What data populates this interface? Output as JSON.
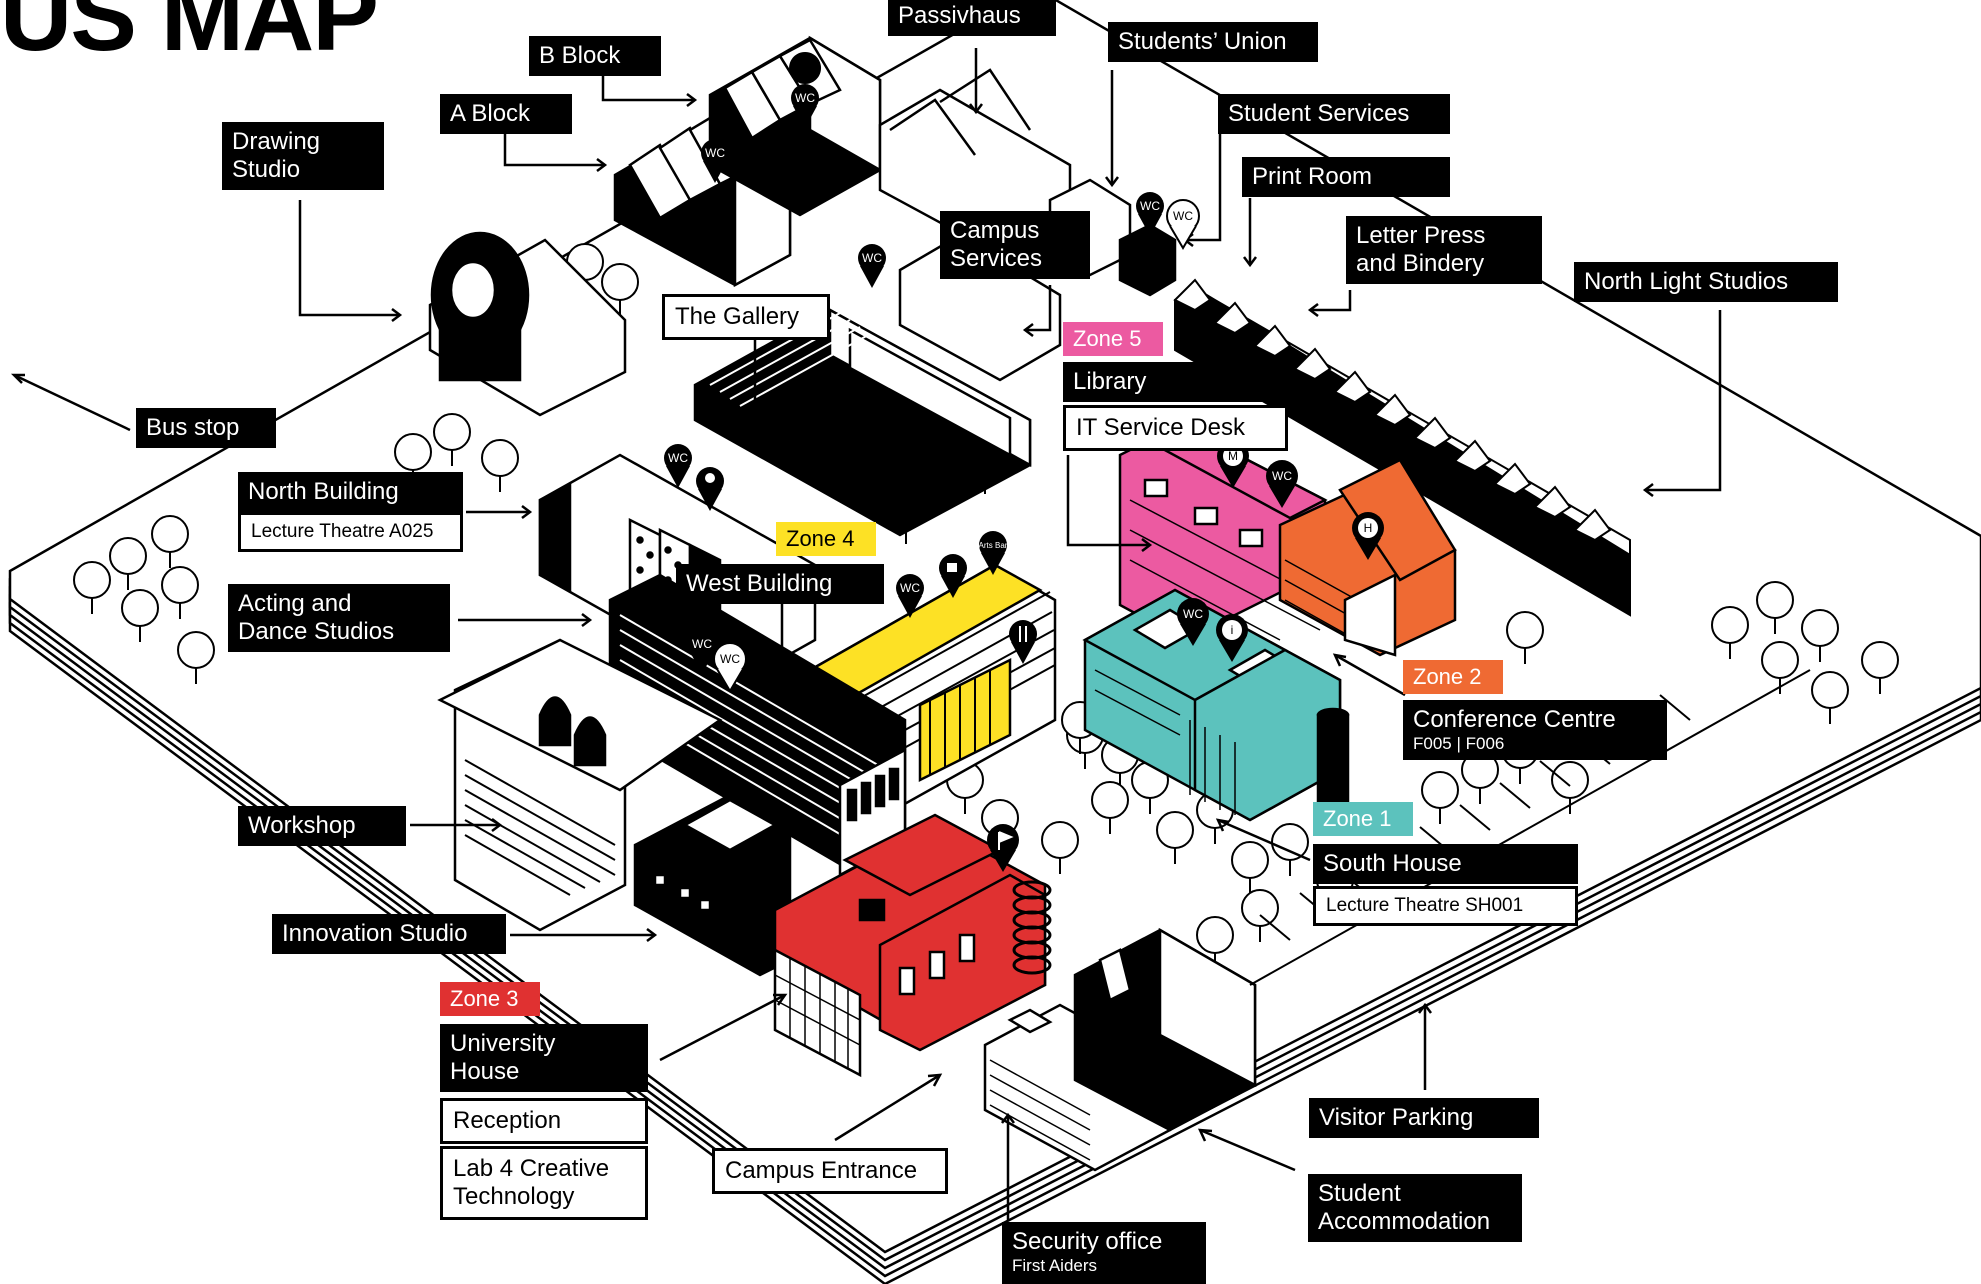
{
  "map": {
    "title": "US MAP",
    "colors": {
      "zone1": "#5cc2bd",
      "zone2": "#ef6a33",
      "zone3": "#e03131",
      "zone4": "#fde125",
      "zone5": "#ec5aa1",
      "ink": "#000000",
      "paper": "#ffffff"
    },
    "zones": {
      "zone1": "Zone 1",
      "zone2": "Zone 2",
      "zone3": "Zone 3",
      "zone4": "Zone 4",
      "zone5": "Zone 5"
    },
    "labels": {
      "passivhaus": "Passivhaus",
      "students_union": "Students’ Union",
      "b_block": "B Block",
      "a_block": "A Block",
      "student_services": "Student Services",
      "drawing_studio_1": "Drawing",
      "drawing_studio_2": "Studio",
      "print_room": "Print Room",
      "campus_services_1": "Campus",
      "campus_services_2": "Services",
      "letter_press_1": "Letter Press",
      "letter_press_2": "and Bindery",
      "north_light_studios": "North Light Studios",
      "the_gallery": "The Gallery",
      "library": "Library",
      "it_service_desk": "IT Service Desk",
      "bus_stop": "Bus stop",
      "north_building": "North Building",
      "lecture_theatre_a025": "Lecture Theatre A025",
      "west_building": "West Building",
      "acting_dance_1": "Acting and",
      "acting_dance_2": "Dance Studios",
      "conference_centre": "Conference Centre",
      "conference_rooms": "F005 | F006",
      "workshop": "Workshop",
      "south_house": "South House",
      "lecture_theatre_sh001": "Lecture Theatre SH001",
      "innovation_studio": "Innovation Studio",
      "university_house_1": "University",
      "university_house_2": "House",
      "reception": "Reception",
      "lab4_1": "Lab 4 Creative",
      "lab4_2": "Technology",
      "campus_entrance": "Campus Entrance",
      "visitor_parking": "Visitor Parking",
      "student_accommodation_1": "Student",
      "student_accommodation_2": "Accommodation",
      "security_office": "Security office",
      "first_aiders": "First Aiders"
    },
    "pins": {
      "wc": "WC",
      "metro": "M",
      "info": "i",
      "hotel": "H",
      "arts_bar": "Arts Bar"
    }
  }
}
